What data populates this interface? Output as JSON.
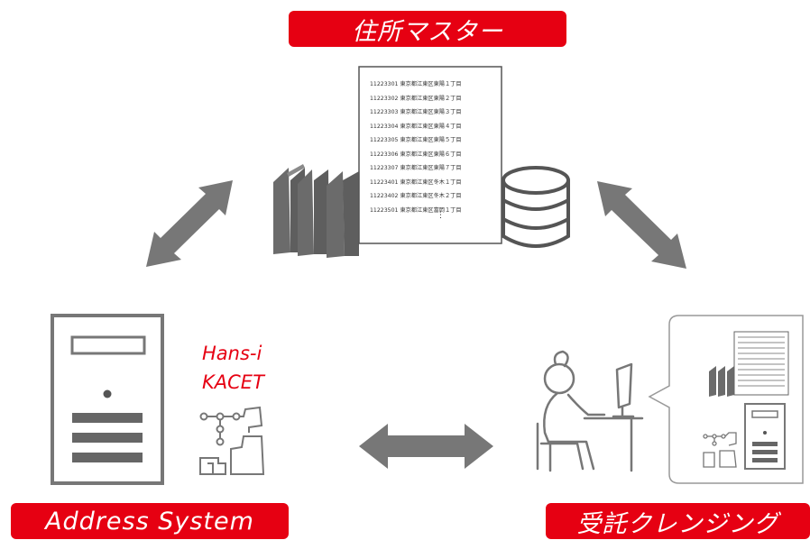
{
  "labels": {
    "master": "住所マスター",
    "address_system": "Address System",
    "cleansing": "受託クレンジング"
  },
  "product": {
    "line1": "Hans-i",
    "line2": "KACET"
  },
  "document": {
    "rows": [
      "11223301 東京都江東区東陽１丁目",
      "11223302 東京都江東区東陽２丁目",
      "11223303 東京都江東区東陽３丁目",
      "11223304 東京都江東区東陽４丁目",
      "11223305 東京都江東区東陽５丁目",
      "11223306 東京都江東区東陽６丁目",
      "11223307 東京都江東区東陽７丁目",
      "11223401 東京都江東区冬木１丁目",
      "11223402 東京都江東区冬木２丁目",
      "11223501 東京都江東区富岡１丁目"
    ],
    "ellipsis": "⋮"
  },
  "colors": {
    "label_red": "#e60012",
    "icon_gray": "#6b6b6b",
    "outline_gray": "#8c8c8c"
  }
}
